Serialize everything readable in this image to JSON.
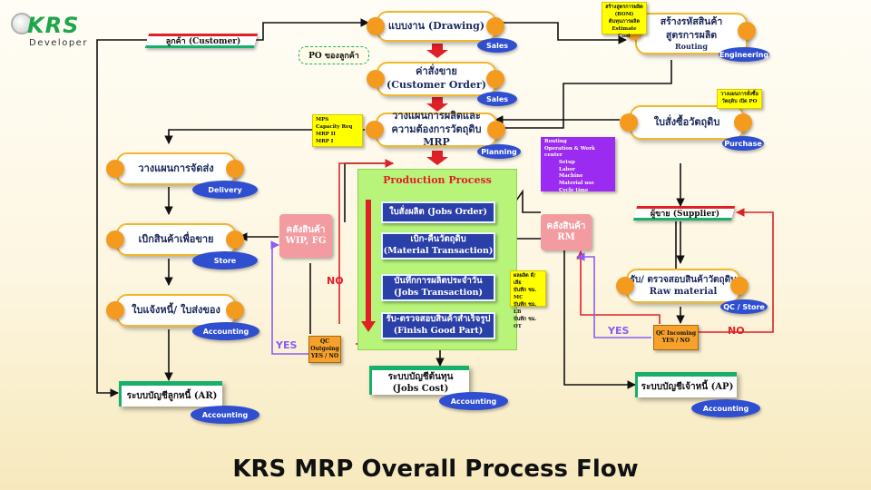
{
  "brand": {
    "logo": "KRS",
    "sub": "Developer"
  },
  "title": "KRS MRP Overall Process Flow",
  "customer": "ลูกค้า (Customer)",
  "po_customer": "PO ของลูกค้า",
  "nodes": {
    "drawing": {
      "line1": "แบบงาน (Drawing)",
      "tag": "Sales"
    },
    "customer_order": {
      "line1": "ค่าสั่งขาย",
      "line2": "(Customer Order)",
      "tag": "Sales"
    },
    "mrp_plan": {
      "line1": "วางแผนการผลิตและ",
      "line2": "ความต้องการวัตถุดิบ MRP",
      "tag": "Planning"
    },
    "routing": {
      "line1": "สร้างรหัสสินค้า",
      "line2": "สูตรการผลิต",
      "line3": "Routing",
      "tag": "Engineering"
    },
    "purchase_order": {
      "line1": "ใบสั่งซื้อวัตถุดิบ",
      "tag": "Purchase"
    },
    "delivery_plan": {
      "line1": "วางแผนการจัดส่ง",
      "tag": "Delivery"
    },
    "store_issue": {
      "line1": "เบิกสินค้าเพื่อขาย",
      "tag": "Store"
    },
    "invoice": {
      "line1": "ใบแจ้งหนี้/ ใบส่งของ",
      "tag": "Accounting"
    },
    "receive_rm": {
      "line1": "รับ/ ตรวจสอบสินค้าวัตถุดิบ",
      "line2": "Raw material",
      "tag": "QC / Store"
    }
  },
  "notes": {
    "bom": [
      "สร้างสูตรการผลิต",
      "(BOM)",
      "ต้นทุนการผลิต",
      "Estimate Cost"
    ],
    "po_plan": [
      "วางแผนการสั่งซื้อ",
      "วัตถุดิบ เปิด PO"
    ],
    "mps": [
      "MPS",
      "Capacity Req",
      "MRP II",
      "MRP I"
    ],
    "routing_detail": [
      "Routing",
      "Operation & Work center",
      "Setup",
      "Labor",
      "Machine",
      "Material use",
      "Cycle time"
    ],
    "jobs_transaction": [
      "ผลผลิต ดี/ เสีย",
      "บันทึก ชม. MC",
      "บันทึก ชม. LB",
      "บันทึก ชม. OT"
    ]
  },
  "production": {
    "title": "Production Process",
    "steps": [
      {
        "line1": "ใบสั่งผลิต (Jobs Order)",
        "line2": ""
      },
      {
        "line1": "เบิก-คืนวัตถุดิบ",
        "line2": "(Material Transaction)"
      },
      {
        "line1": "บันทึกการผลิตประจำวัน",
        "line2": "(Jobs Transaction)"
      },
      {
        "line1": "รับ-ตรวจสอบสินค้าสำเร็จรูป",
        "line2": "(Finish Good Part)"
      }
    ]
  },
  "warehouses": {
    "wip": {
      "line1": "คลังสินค้า",
      "line2": "WIP, FG"
    },
    "rm": {
      "line1": "คลังสินค้า",
      "line2": "RM"
    }
  },
  "supplier": "ผู้ขาย (Supplier)",
  "qc": {
    "outgoing": {
      "line1": "QC Outgoing",
      "line2": "YES / NO"
    },
    "incoming": {
      "line1": "QC Incoming",
      "line2": "YES / NO"
    }
  },
  "accounts": {
    "ar": {
      "label": "ระบบบัญชีลูกหนี้ (AR)",
      "tag": "Accounting"
    },
    "cost": {
      "line1": "ระบบบัญชีต้นทุน",
      "line2": "(Jobs Cost)",
      "tag": "Accounting"
    },
    "ap": {
      "label": "ระบบบัญชีเจ้าหนี้ (AP)",
      "tag": "Accounting"
    }
  },
  "flags": {
    "yes": "YES",
    "no": "NO"
  },
  "colors": {
    "accent": "#f39a1f",
    "tag": "#2f4fd0",
    "production_bg": "#b8f47a",
    "pink": "#f29ba0",
    "qc": "#f5a12b",
    "ink": "#111111",
    "red": "#e02027",
    "purple": "#8b5cf6"
  }
}
